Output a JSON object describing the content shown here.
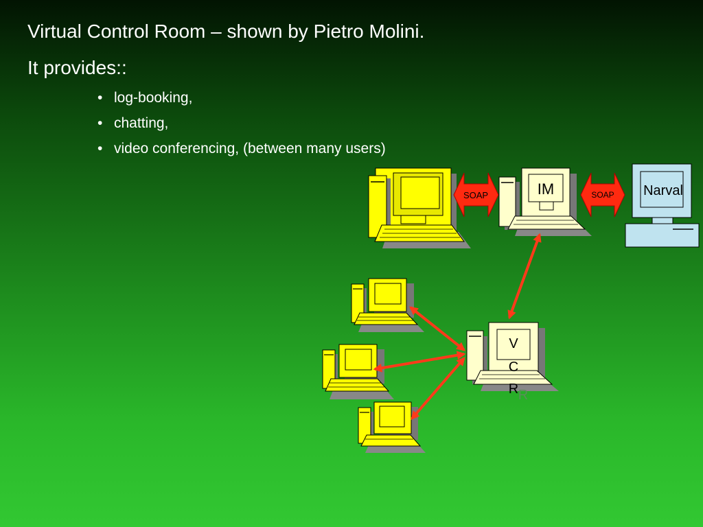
{
  "slide": {
    "line1": "Virtual Control Room – shown by Pietro Molini.",
    "line2": "It provides::",
    "bullets": [
      "log-booking,",
      "chatting,",
      "video conferencing, (between many users)"
    ]
  },
  "diagram": {
    "im_label": "IM",
    "narval_label": "Narval",
    "soap_left": "SOAP",
    "soap_right": "SOAP",
    "vcr_v": "V",
    "vcr_c": "C",
    "vcr_r": "R",
    "vcr_r_shadow": "R"
  },
  "colors": {
    "arrow": "#ff3a1a",
    "soap_fill": "#ff2a10",
    "client_pc": "#ffff00",
    "server_pc": "#ffffcc",
    "narval_pc": "#bfe3ef"
  }
}
